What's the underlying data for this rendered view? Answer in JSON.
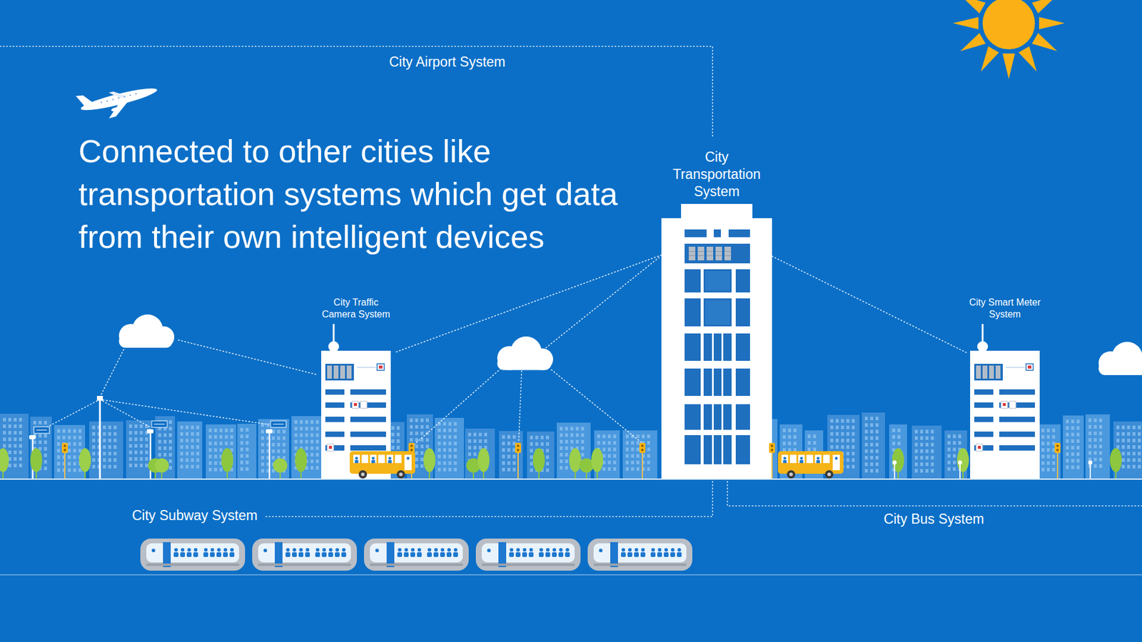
{
  "diagram": {
    "title": "Connected to other cities like transportation systems which get data from their own intelligent devices",
    "nodes": [
      {
        "text": [
          "City Transportation System"
        ]
      },
      {
        "text": [
          "City Traffic Camera System"
        ]
      },
      {
        "text": [
          "City Smart Meter System"
        ]
      }
    ],
    "edges": [
      {
        "from": 0,
        "to": 1,
        "arrow": "none"
      },
      {
        "from": 0,
        "to": 2,
        "arrow": "none"
      }
    ],
    "labels": [
      "City Airport System",
      "City Subway System",
      "City Bus System"
    ]
  }
}
